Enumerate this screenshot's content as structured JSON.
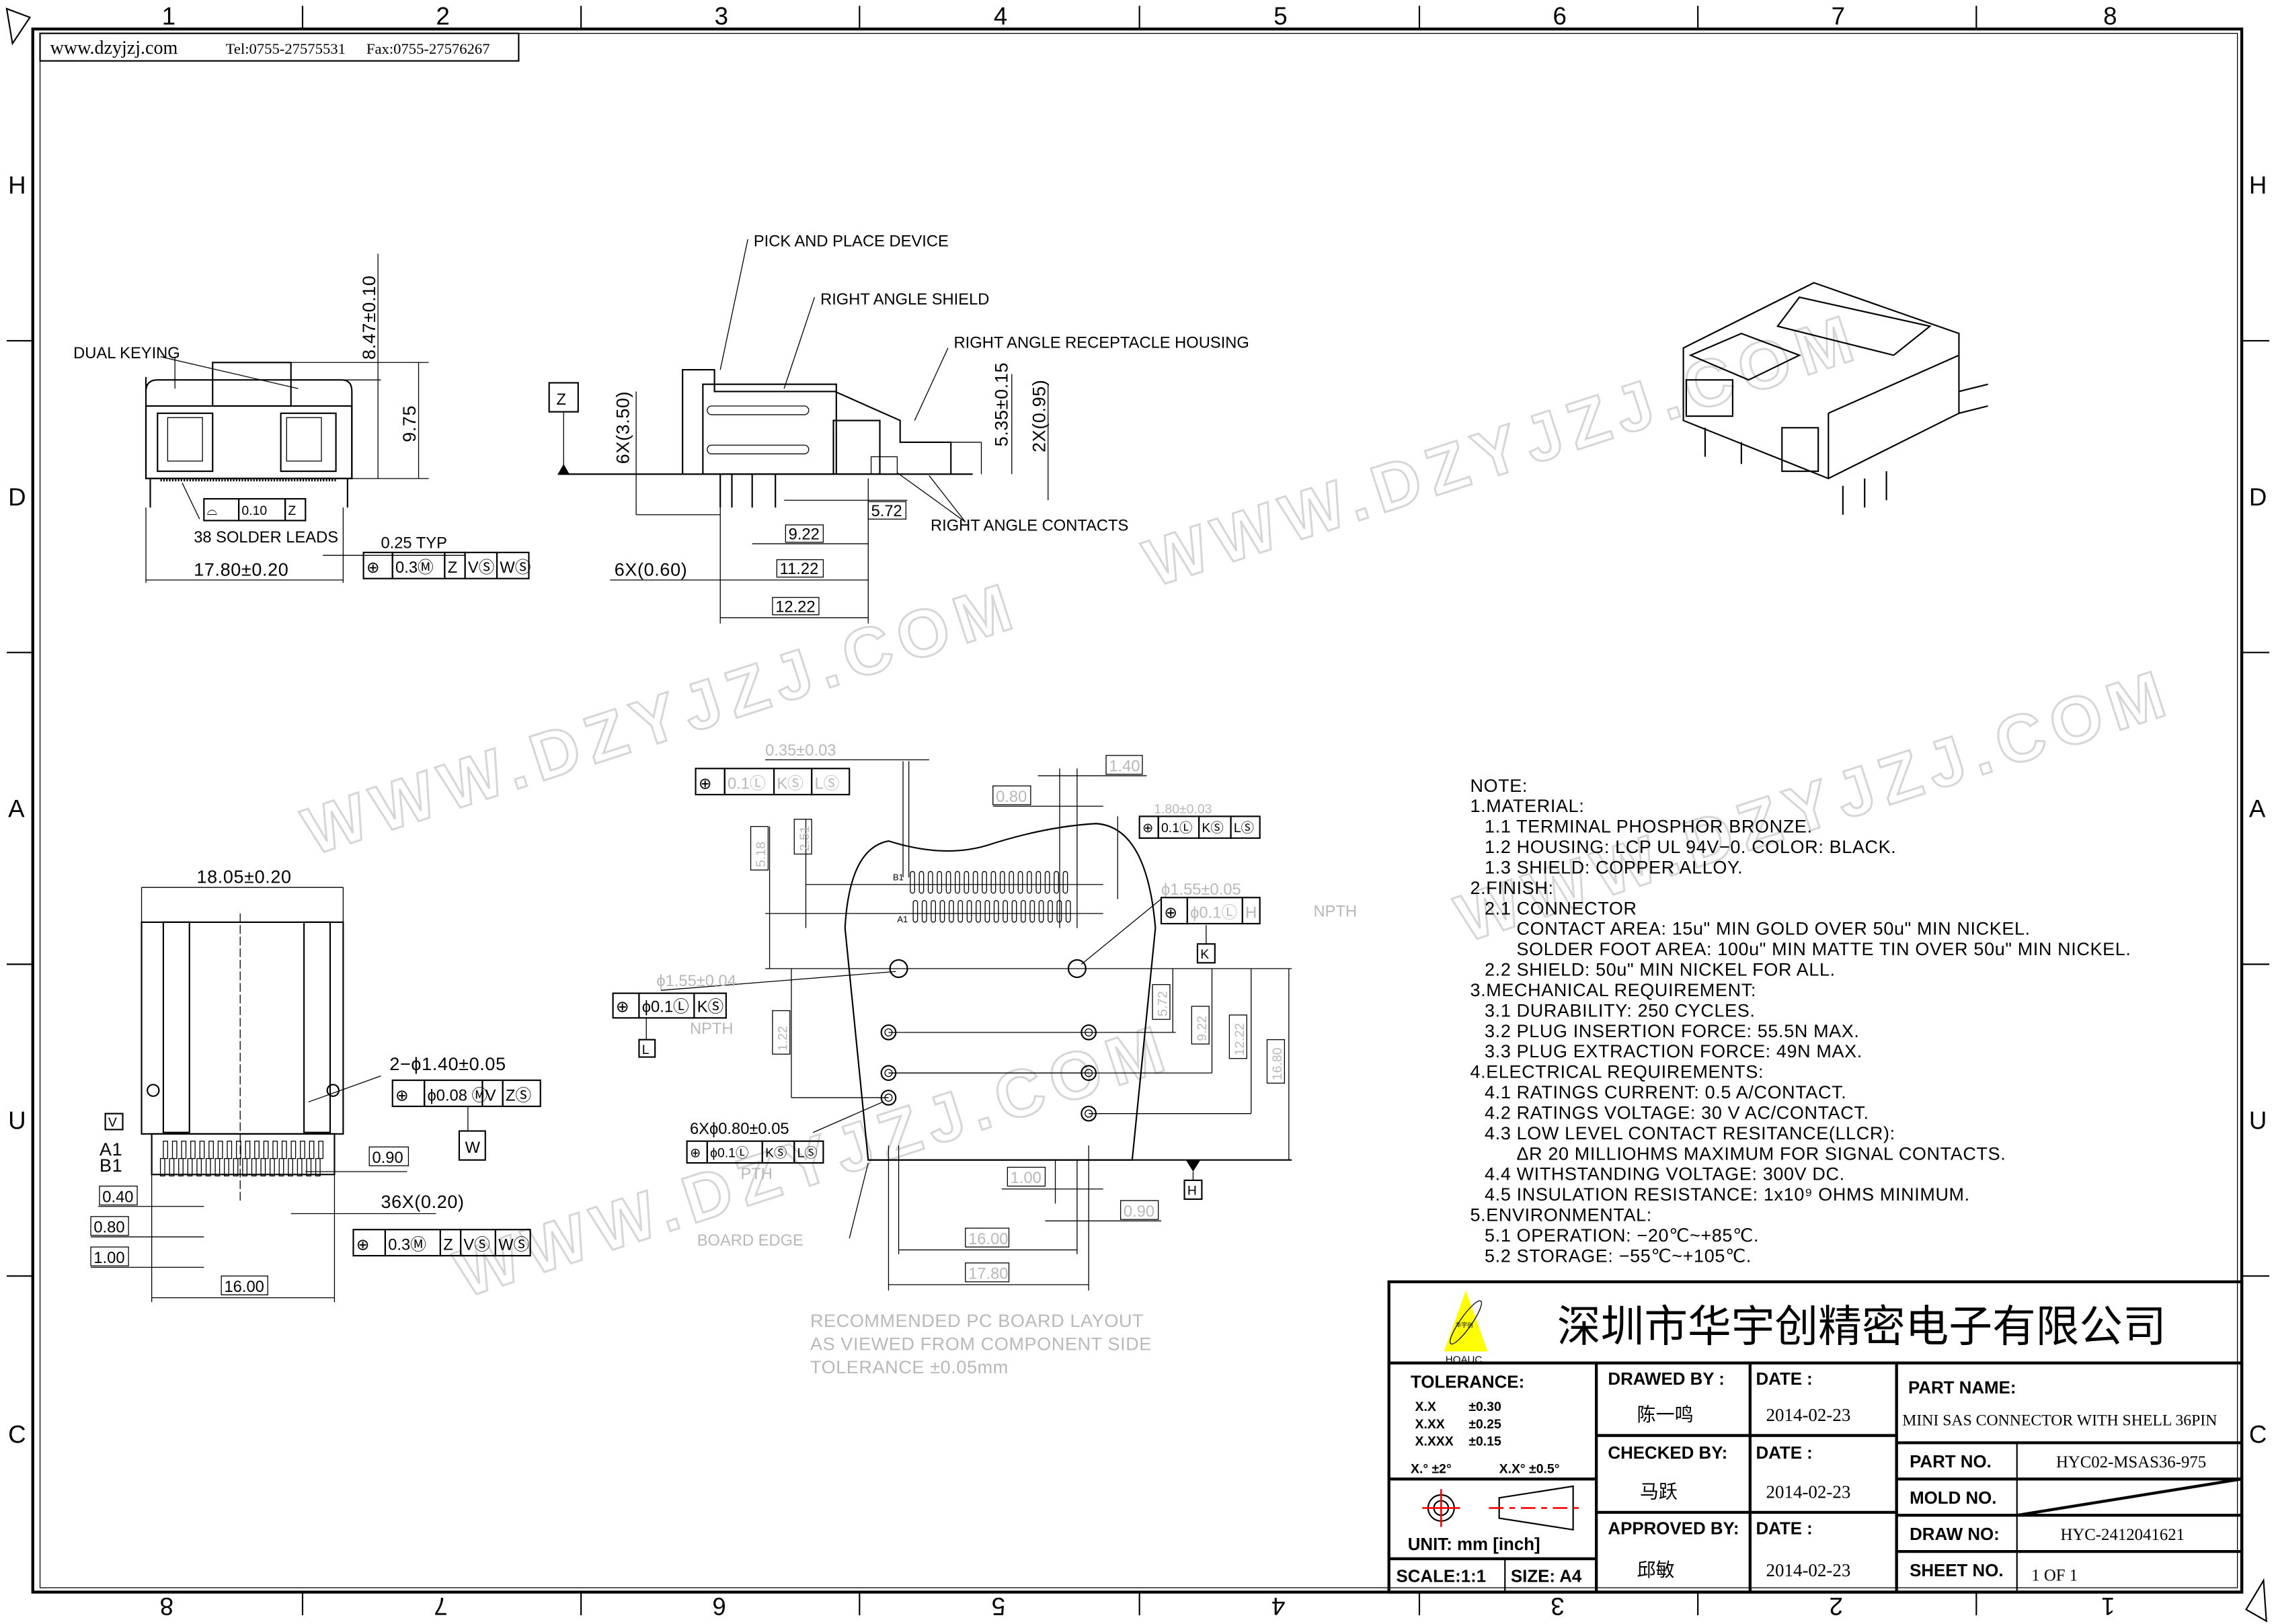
{
  "header": {
    "website": "www.dzyjzj.com",
    "tel": "Tel:0755-27575531",
    "fax": "Fax:0755-27576267"
  },
  "border": {
    "columns": [
      "1",
      "2",
      "3",
      "4",
      "5",
      "6",
      "7",
      "8"
    ],
    "rows": [
      "H",
      "D",
      "A",
      "U",
      "C"
    ]
  },
  "watermark": {
    "text": "WWW.DZYJZJ.COM"
  },
  "front_view": {
    "dual_keying": "DUAL KEYING",
    "height_dim": "8.47±0.10",
    "body_dim": "9.75",
    "solder_leads": "38 SOLDER LEADS",
    "lead_pitch": "0.25 TYP",
    "width_dim": "17.80±0.20",
    "datum": "Z"
  },
  "side_view": {
    "pick_place": "PICK AND PLACE DEVICE",
    "shield": "RIGHT ANGLE SHIELD",
    "housing": "RIGHT ANGLE RECEPTACLE HOUSING",
    "contacts": "RIGHT ANGLE CONTACTS",
    "dim_height": "5.35±0.15",
    "dim_2x": "2X(0.95)",
    "dim_6x_350": "6X(3.50)",
    "dim_6x_060": "6X(0.60)",
    "dim_572": "5.72",
    "dim_922": "9.22",
    "dim_1122": "11.22",
    "dim_1222": "12.22",
    "datum": "Z"
  },
  "bottom_view": {
    "width_dim": "18.05±0.20",
    "hole_dim": "2−ϕ1.40±0.05",
    "datum_w": "W",
    "datum_v": "V",
    "a1": "A1",
    "b1": "B1",
    "dim_090": "0.90",
    "dim_040": "0.40",
    "dim_080": "0.80",
    "dim_100": "1.00",
    "pitch": "36X(0.20)",
    "dim_1600": "16.00"
  },
  "pcb_layout": {
    "pad_width": "0.35±0.03",
    "dim_140": "1.40",
    "dim_080": "0.80",
    "dim_180": "1.80±0.03",
    "dim_518": "5.18",
    "dim_251": "2.51",
    "b1": "B1",
    "a1": "A1",
    "npth_right_dim": "ϕ1.55±0.05",
    "npth_label": "NPTH",
    "datum_k": "K",
    "npth_left_dim": "ϕ1.55±0.04",
    "datum_l": "L",
    "dim_122": "1.22",
    "dim_572": "5.72",
    "dim_922": "9.22",
    "dim_1222": "12.22",
    "dim_1680": "16.80",
    "pth_dim": "6Xϕ0.80±0.05",
    "pth_label": "PTH",
    "datum_h": "H",
    "dim_100": "1.00",
    "dim_090": "0.90",
    "dim_1600": "16.00",
    "dim_1780": "17.80",
    "board_edge": "BOARD EDGE",
    "caption": [
      "RECOMMENDED PC BOARD LAYOUT",
      "AS VIEWED FROM COMPONENT SIDE",
      "TOLERANCE ±0.05mm"
    ]
  },
  "fcf": {
    "front_flatness": [
      "⌓",
      "0.10",
      "Z"
    ],
    "front_position": [
      "⊕",
      "0.3Ⓜ",
      "Z",
      "VⓈ",
      "WⓈ"
    ],
    "bottom_holes": [
      "⊕",
      "ϕ0.08 Ⓜ",
      "V",
      "ZⓈ"
    ],
    "bottom_position": [
      "⊕",
      "0.3Ⓜ",
      "Z",
      "VⓈ",
      "WⓈ"
    ],
    "pcb_pads_top": [
      "⊕",
      "0.1Ⓛ",
      "KⓈ",
      "LⓈ"
    ],
    "pcb_pads_right": [
      "⊕",
      "0.1Ⓛ",
      "KⓈ",
      "LⓈ"
    ],
    "pcb_npth_right": [
      "⊕",
      "ϕ0.1Ⓛ",
      "H"
    ],
    "pcb_npth_left": [
      "⊕",
      "ϕ0.1Ⓛ",
      "KⓈ"
    ],
    "pcb_pth": [
      "⊕",
      "ϕ0.1Ⓛ",
      "KⓈ",
      "LⓈ"
    ]
  },
  "notes": [
    {
      "level": 0,
      "text": "NOTE:"
    },
    {
      "level": 0,
      "text": "1.MATERIAL:"
    },
    {
      "level": 1,
      "text": "1.1  TERMINAL  PHOSPHOR  BRONZE."
    },
    {
      "level": 1,
      "text": "1.2  HOUSING:  LCP  UL  94V−0.  COLOR:  BLACK."
    },
    {
      "level": 1,
      "text": "1.3  SHIELD:  COPPER  ALLOY."
    },
    {
      "level": 0,
      "text": "2.FINISH:"
    },
    {
      "level": 1,
      "text": "2.1  CONNECTOR"
    },
    {
      "level": 2,
      "text": "CONTACT  AREA:  15u\"   MIN  GOLD  OVER  50u\"  MIN  NICKEL."
    },
    {
      "level": 2,
      "text": "SOLDER  FOOT  AREA:  100u\"  MIN  MATTE  TIN  OVER  50u\"  MIN  NICKEL."
    },
    {
      "level": 1,
      "text": "2.2  SHIELD:  50u\"  MIN  NICKEL  FOR  ALL."
    },
    {
      "level": 0,
      "text": "3.MECHANICAL  REQUIREMENT:"
    },
    {
      "level": 1,
      "text": "3.1  DURABILITY: 250  CYCLES."
    },
    {
      "level": 1,
      "text": "3.2  PLUG  INSERTION  FORCE:  55.5N  MAX."
    },
    {
      "level": 1,
      "text": "3.3  PLUG  EXTRACTION  FORCE:  49N  MAX."
    },
    {
      "level": 0,
      "text": "4.ELECTRICAL  REQUIREMENTS:"
    },
    {
      "level": 1,
      "text": "4.1  RATINGS  CURRENT:  0.5  A/CONTACT."
    },
    {
      "level": 1,
      "text": "4.2  RATINGS  VOLTAGE:  30  V  AC/CONTACT."
    },
    {
      "level": 1,
      "text": "4.3  LOW  LEVEL  CONTACT  RESITANCE(LLCR):"
    },
    {
      "level": 2,
      "text": "ΔR  20  MILLIOHMS  MAXIMUM  FOR  SIGNAL  CONTACTS."
    },
    {
      "level": 1,
      "text": "4.4  WITHSTANDING  VOLTAGE:  300V  DC."
    },
    {
      "level": 1,
      "text": "4.5  INSULATION  RESISTANCE:  1x10⁹ OHMS  MINIMUM."
    },
    {
      "level": 0,
      "text": "5.ENVIRONMENTAL:"
    },
    {
      "level": 1,
      "text": "5.1  OPERATION:  −20℃~+85℃."
    },
    {
      "level": 1,
      "text": "5.2  STORAGE:     −55℃~+105℃."
    }
  ],
  "title_block": {
    "company": "深圳市华宇创精密电子有限公司",
    "logo_brand": "HOAUC",
    "logo_cn": "华宇创",
    "logo_color": "#ffff00",
    "tolerance_label": "TOLERANCE:",
    "tolerances": [
      {
        "fmt": "X.X",
        "val": "±0.30"
      },
      {
        "fmt": "X.XX",
        "val": "±0.25"
      },
      {
        "fmt": "X.XXX",
        "val": "±0.15"
      }
    ],
    "angle_tol_1": "X.°  ±2°",
    "angle_tol_2": "X.X°  ±0.5°",
    "unit": "UNIT:  mm  [inch]",
    "scale": "SCALE:1:1",
    "size": "SIZE:  A4",
    "drawed_by_label": "DRAWED  BY :",
    "drawed_by": "陈一鸣",
    "checked_by_label": "CHECKED  BY:",
    "checked_by": "马跃",
    "approved_by_label": "APPROVED  BY:",
    "approved_by": "邱敏",
    "date_label": "DATE :",
    "date_drawed": "2014-02-23",
    "date_checked": "2014-02-23",
    "date_approved": "2014-02-23",
    "part_name_label": "PART  NAME:",
    "part_name": "MINI SAS CONNECTOR WITH SHELL 36PIN",
    "part_no_label": "PART  NO.",
    "part_no": "HYC02-MSAS36-975",
    "mold_no_label": "MOLD  NO.",
    "draw_no_label": "DRAW  NO:",
    "draw_no": "HYC-2412041621",
    "sheet_no_label": "SHEET  NO.",
    "sheet_no": "1  OF  1",
    "symbol_color": "#ff0000"
  }
}
